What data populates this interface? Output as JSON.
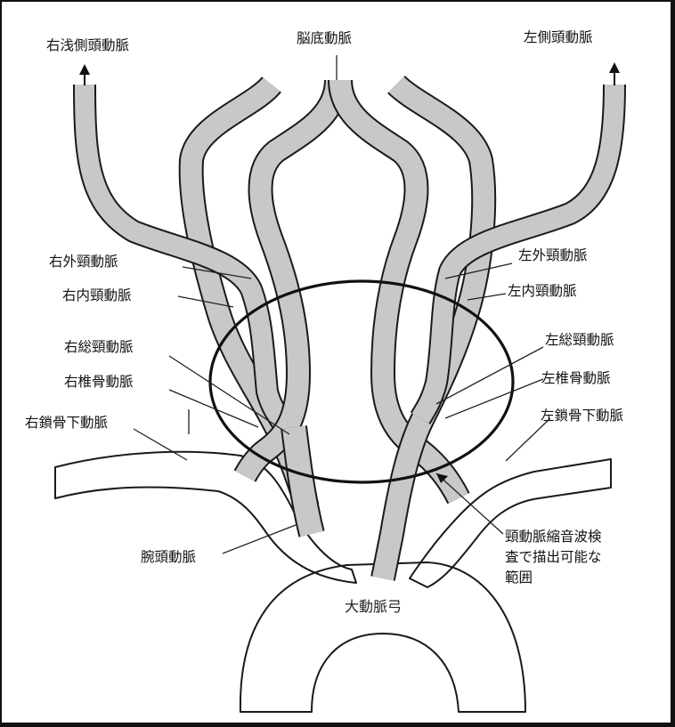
{
  "labels": {
    "right_superficial_temporal": "右浅側頭動脈",
    "basilar": "脳底動脈",
    "left_superficial_temporal": "左側頭動脈",
    "right_external_carotid": "右外頸動脈",
    "right_internal_carotid": "右内頸動脈",
    "right_common_carotid": "右総頸動脈",
    "right_vertebral": "右椎骨動脈",
    "right_subclavian": "右鎖骨下動脈",
    "left_external_carotid": "左外頸動脈",
    "left_internal_carotid": "左内頸動脈",
    "left_common_carotid": "左総頸動脈",
    "left_vertebral": "左椎骨動脈",
    "left_subclavian": "左鎖骨下動脈",
    "brachiocephalic": "腕頭動脈",
    "aortic_arch": "大動脈弓",
    "ultrasound_range": [
      "頸動脈縮音波検",
      "査で描出可能な",
      "範囲"
    ]
  },
  "colors": {
    "vessel_fill": "#c8c8c8",
    "outline": "#1a1a1a",
    "background": "#ffffff"
  }
}
